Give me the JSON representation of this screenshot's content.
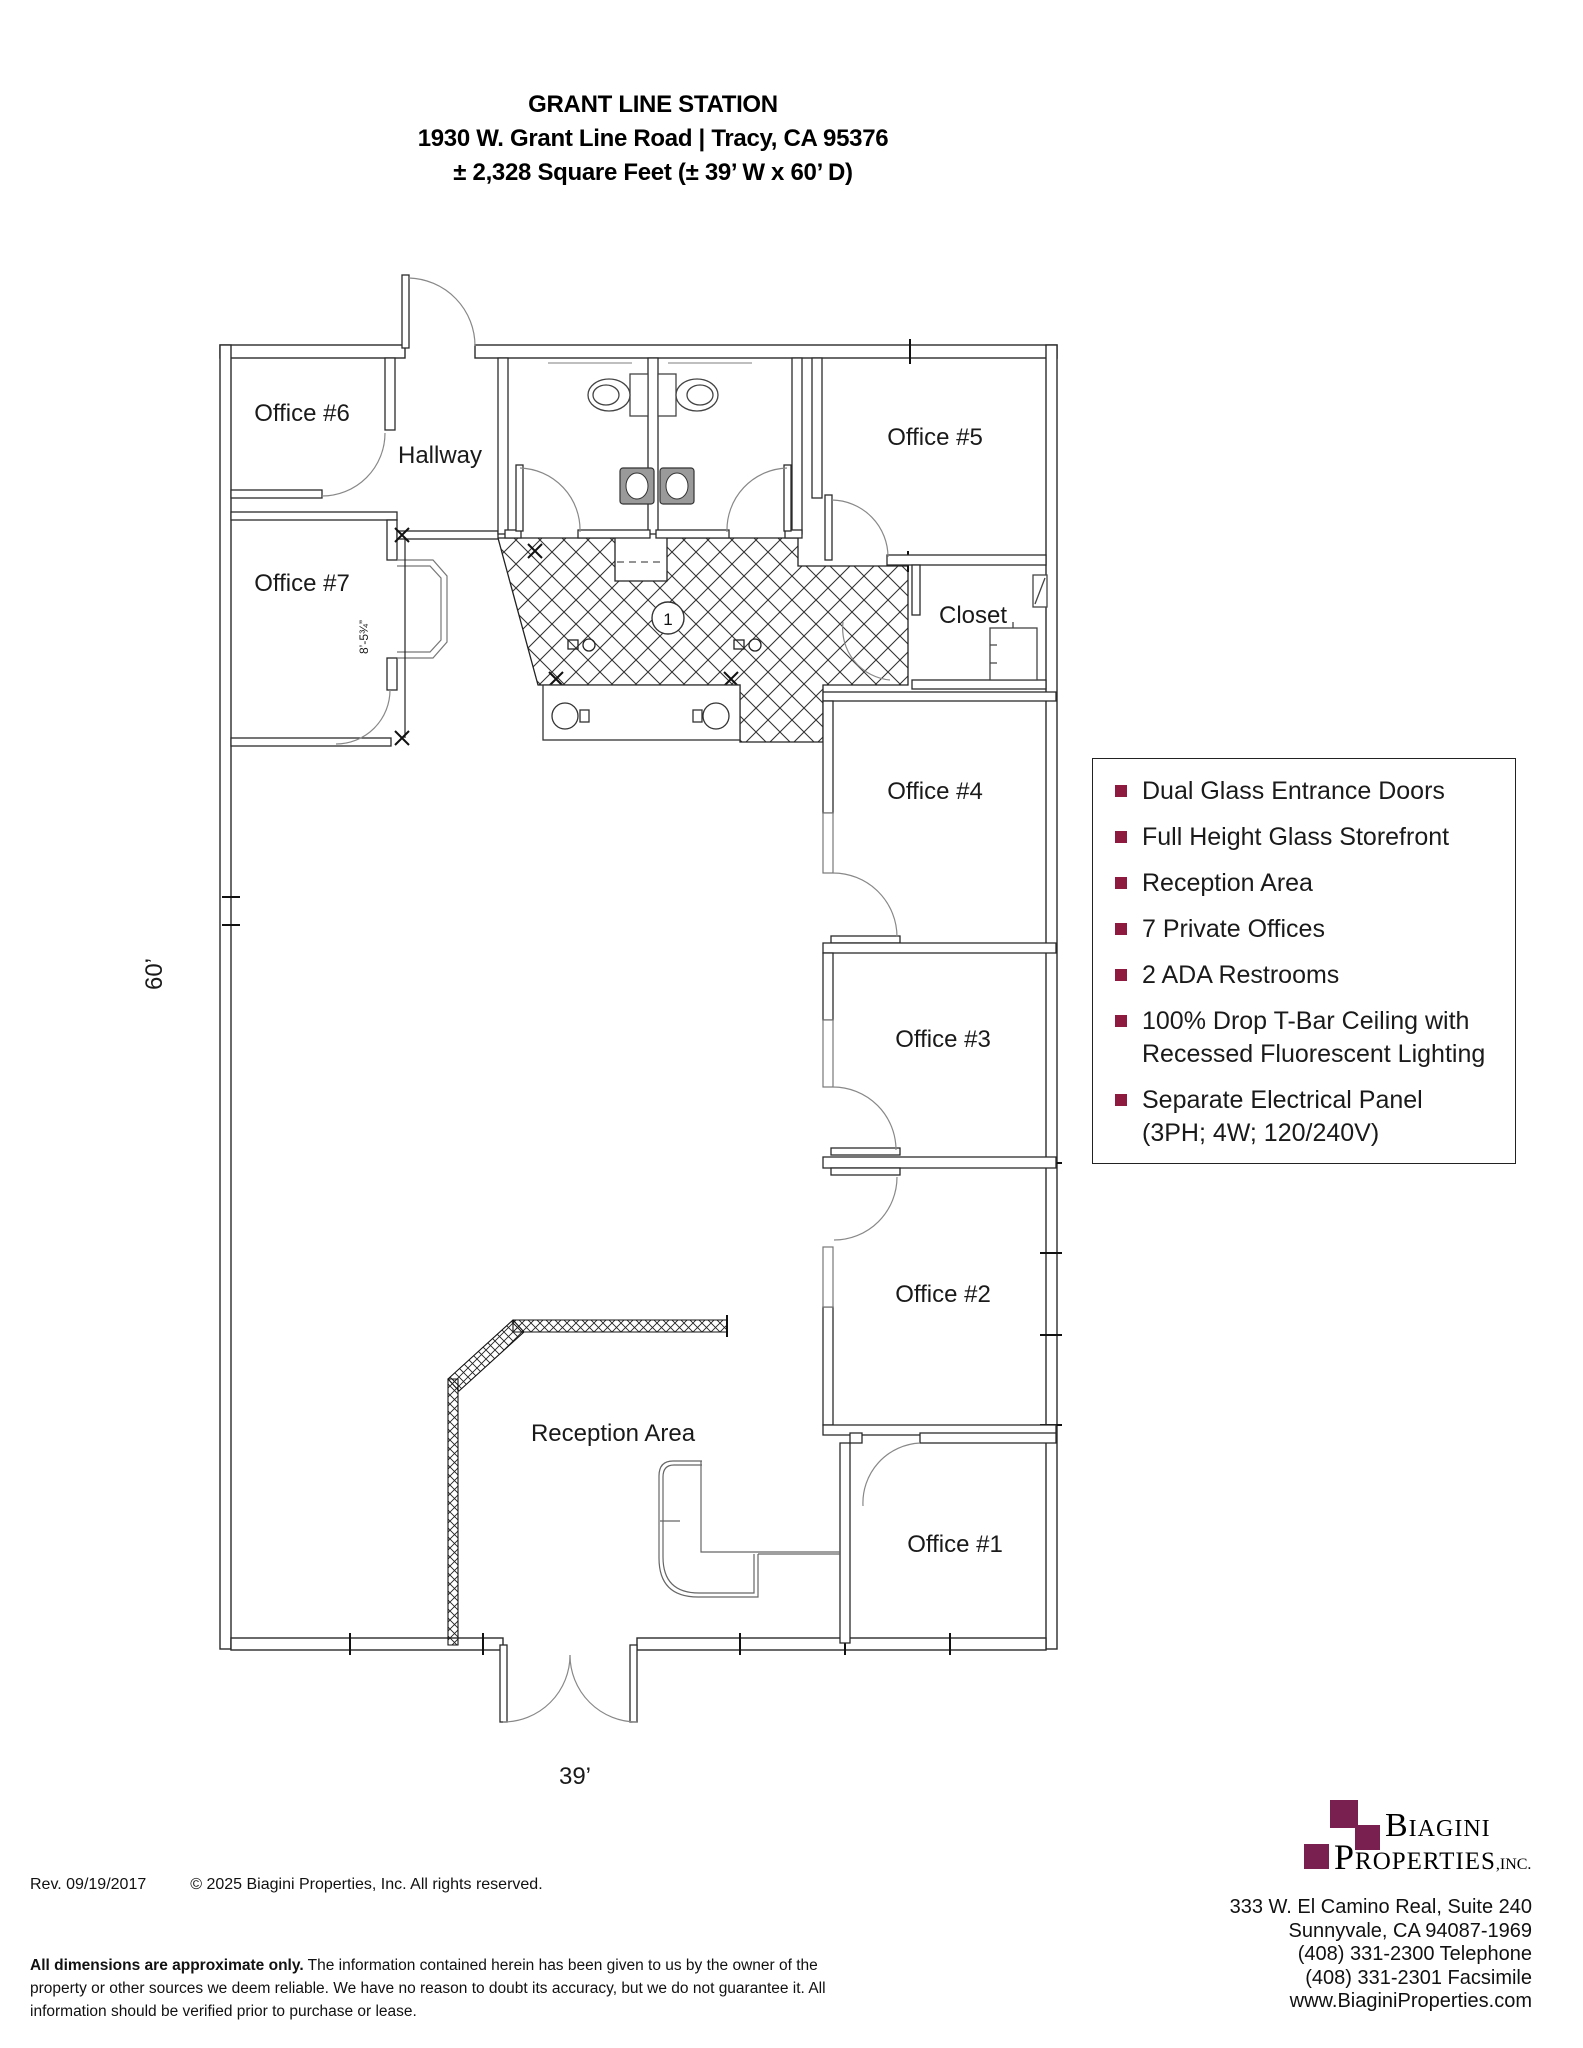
{
  "title": {
    "line1": "GRANT LINE STATION",
    "line2": "1930 W. Grant Line Road | Tracy, CA 95376",
    "line3": "± 2,328 Square Feet (± 39’ W x 60’ D)"
  },
  "plan": {
    "rooms": {
      "office6": "Office #6",
      "hallway": "Hallway",
      "office7": "Office #7",
      "office5": "Office #5",
      "closet": "Closet",
      "office4": "Office #4",
      "office3": "Office #3",
      "office2": "Office #2",
      "office1": "Office #1",
      "reception": "Reception Area"
    },
    "dimensions": {
      "depth": "60’",
      "width": "39’",
      "office7_niche": "8’-5¾”"
    },
    "keynote": "1"
  },
  "features": {
    "items": [
      "Dual Glass Entrance Doors",
      "Full Height Glass Storefront",
      "Reception Area",
      "7 Private Offices",
      "2 ADA Restrooms",
      "100% Drop T-Bar Ceiling with Recessed Fluorescent Lighting",
      "Separate Electrical Panel (3PH; 4W; 120/240V)"
    ]
  },
  "footer": {
    "rev": "Rev. 09/19/2017",
    "copyright": "© 2025 Biagini Properties, Inc.  All rights reserved.",
    "disclaimer_bold": "All dimensions are approximate only.",
    "disclaimer_rest": "  The information contained herein has been given to us by the owner of the property or other sources we deem reliable. We have no reason to doubt its accuracy, but we do not guarantee it. All information should be verified prior to purchase or lease."
  },
  "logo": {
    "word1": "Biagini",
    "word2": "Properties",
    "suffix": ",INC."
  },
  "address": {
    "line1": "333 W. El Camino Real, Suite 240",
    "line2": "Sunnyvale, CA 94087-1969",
    "phone": "(408) 331-2300 Telephone",
    "fax": "(408) 331-2301 Facsimile",
    "website": "www.BiaginiProperties.com"
  },
  "colors": {
    "features_bullet": "#8e1a40",
    "logo_square": "#7a2050"
  }
}
